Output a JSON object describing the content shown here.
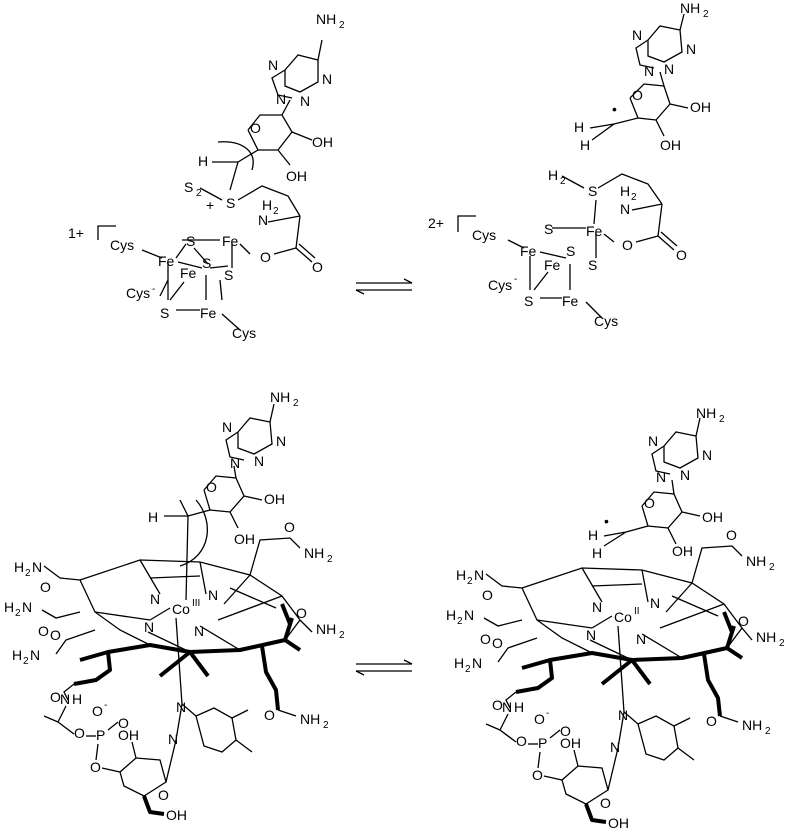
{
  "labels": {
    "nh2": "NH",
    "two": "2",
    "oh": "OH",
    "o": "O",
    "n": "N",
    "h": "H",
    "s": "S",
    "fe": "Fe",
    "cys": "Cys",
    "co": "Co",
    "p": "P",
    "plus": "+",
    "minus": "-",
    "charge_1": "1+",
    "charge_2": "2+",
    "ox_3": "III",
    "ox_2": "II",
    "radical_dot": "•"
  }
}
